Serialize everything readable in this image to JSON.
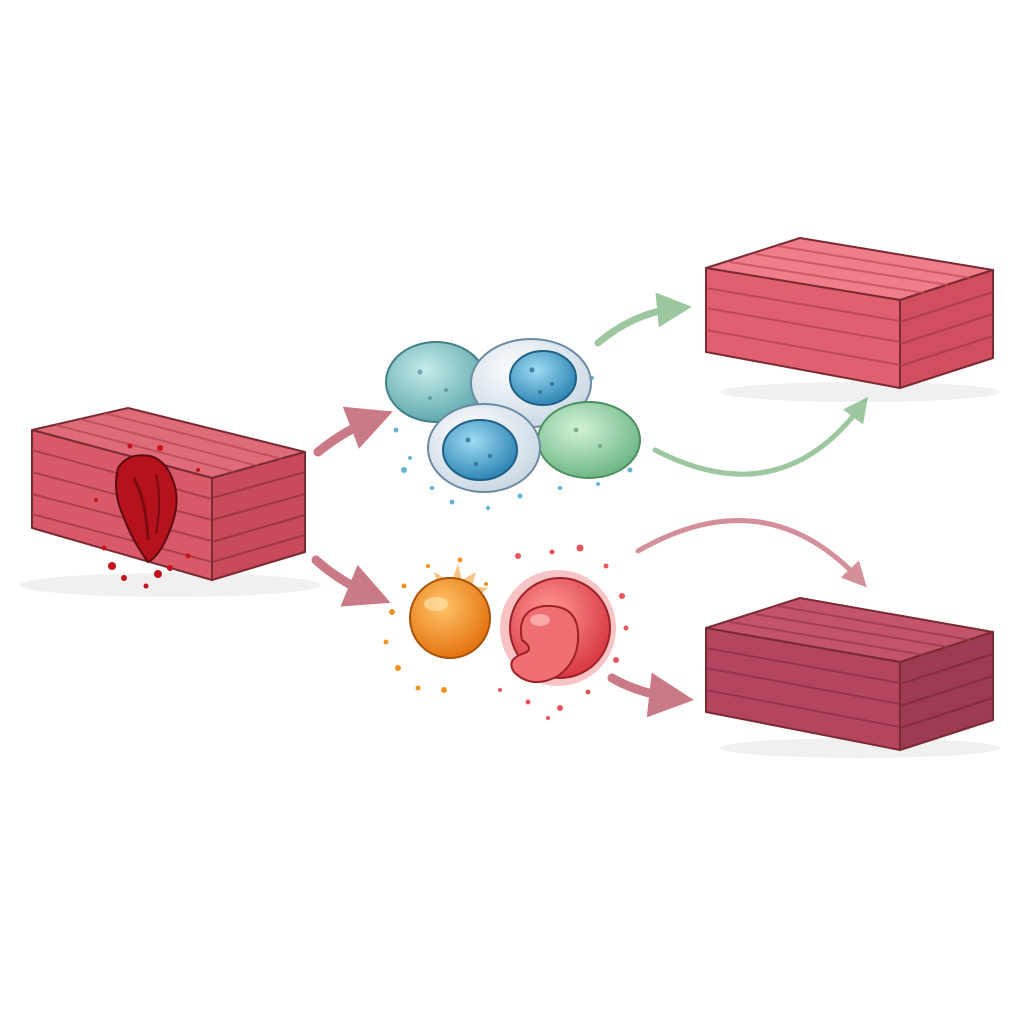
{
  "diagram": {
    "nodes": [
      {
        "id": "injured-muscle",
        "kind": "tissue-block",
        "state": "injured",
        "colors": {
          "top": "#e06b78",
          "front": "#d85a68",
          "side": "#c94a5a",
          "wound": "#b5121b"
        }
      },
      {
        "id": "blue-green-cells",
        "kind": "cell-cluster",
        "cells": 4,
        "colors": {
          "membrane": "#e4ecf2",
          "blue_nucleus": "#4aa6cf",
          "green": "#8fd1a3",
          "teal": "#7ec4c4"
        }
      },
      {
        "id": "orange-red-cells",
        "kind": "cell-cluster",
        "cells": 2,
        "colors": {
          "orange": "#f2931f",
          "red": "#e8545a"
        }
      },
      {
        "id": "healthy-muscle",
        "kind": "tissue-block",
        "state": "regenerated",
        "colors": {
          "top": "#f07d8a",
          "front": "#e0606f",
          "side": "#d04e5e"
        }
      },
      {
        "id": "fibrotic-muscle",
        "kind": "tissue-block",
        "state": "darker",
        "colors": {
          "top": "#c4546c",
          "front": "#b3455f",
          "side": "#9f3a53"
        }
      }
    ],
    "edges": [
      {
        "from": "injured-muscle",
        "to": "blue-green-cells",
        "color": "#c97a86"
      },
      {
        "from": "injured-muscle",
        "to": "orange-red-cells",
        "color": "#c97a86"
      },
      {
        "from": "blue-green-cells",
        "to": "healthy-muscle",
        "color": "#9cc79f",
        "count": 2
      },
      {
        "from": "orange-red-cells",
        "to": "healthy-muscle",
        "color": "#d4909a"
      },
      {
        "from": "orange-red-cells",
        "to": "fibrotic-muscle",
        "color": "#c97a86"
      }
    ]
  }
}
